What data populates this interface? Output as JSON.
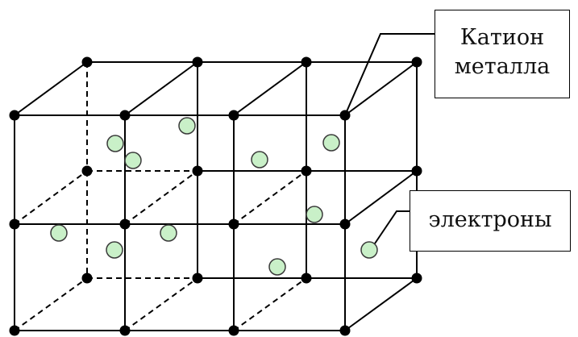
{
  "labels": {
    "cation_line1": "Катион",
    "cation_line2": "металла",
    "electrons": "электроны"
  },
  "colors": {
    "line": "#000000",
    "node": "#000000",
    "electron_fill": "#c9f0c8",
    "electron_stroke": "#3a3a3a"
  }
}
